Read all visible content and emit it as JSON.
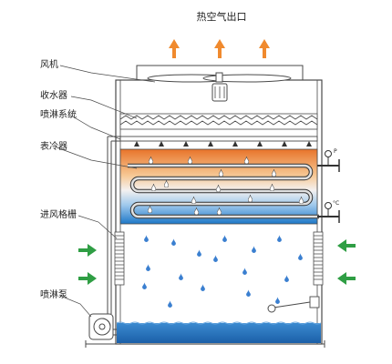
{
  "title": "热空气出口",
  "labels": {
    "fan": "风机",
    "collector": "收水器",
    "spray": "喷淋系统",
    "cooler": "表冷器",
    "grille": "进风格栅",
    "pump": "喷淋泵"
  },
  "gauges": {
    "top": "P",
    "bottom": "°C"
  },
  "colors": {
    "hot": "#e8742a",
    "warm": "#f6c894",
    "cool": "#9ec8ec",
    "cold": "#1e78c8",
    "water": "#1f6fb8",
    "arrow_out": "#f08a2e",
    "arrow_in": "#2f9e44",
    "droplet": "#3a7fd0",
    "line": "#4a4a4a"
  },
  "icons": [
    "fan-icon",
    "motor-icon",
    "pump-icon",
    "pressure-gauge-icon",
    "thermometer-icon",
    "droplet-icon",
    "air-arrow-icon"
  ]
}
